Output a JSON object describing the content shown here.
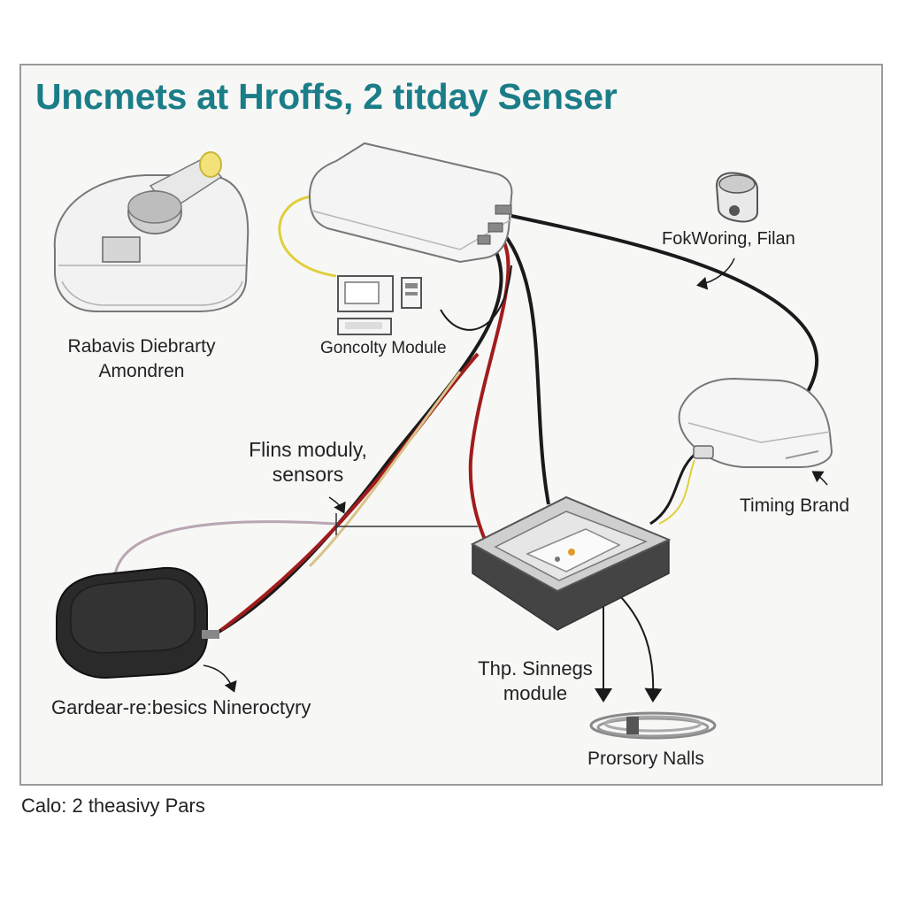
{
  "title": "Uncmets at Hroffs, 2 titday Senser",
  "labels": {
    "reservoir": [
      "Rabavis Diebrarty",
      "Amondren"
    ],
    "gondolty_module": "Goncolty Module",
    "fokworing": "FokWoring, Filan",
    "flins_module": [
      "Flins moduly,",
      "sensors"
    ],
    "timing_brand": "Timing Brand",
    "thp_sinnegs": [
      "Thp. Sinnegs",
      "module"
    ],
    "gardear": "Gardear-re:besics Nineroctyry",
    "prorsory_nalls": "Prorsory Nalls"
  },
  "caption": "Calo: 2 theasivy Pars",
  "colors": {
    "title": "#1b7d88",
    "wire_black": "#1a1a1a",
    "wire_red": "#a11c1c",
    "wire_yellow": "#e0cf3a",
    "wire_tan": "#d8c38a",
    "wire_purple": "#b8a6b2",
    "black_box": "#2a2a2a"
  }
}
